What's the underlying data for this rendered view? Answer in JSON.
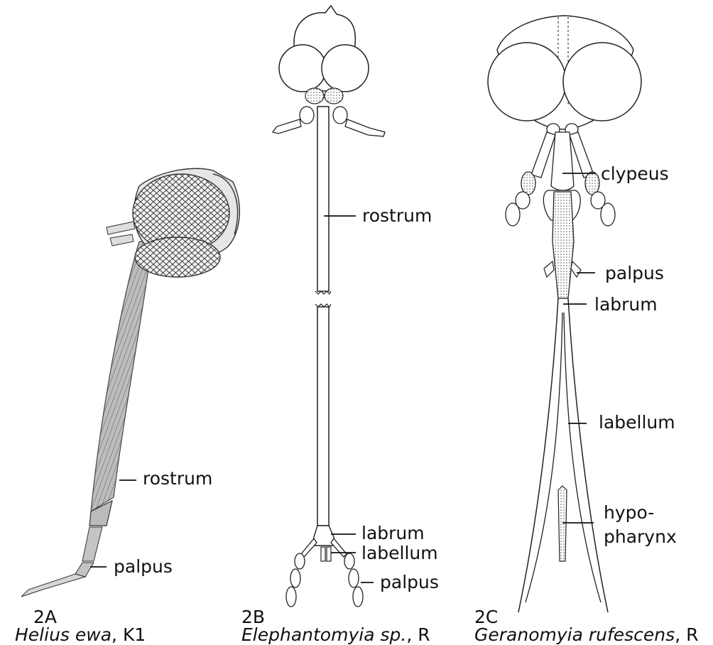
{
  "panels": [
    {
      "id": "2A",
      "species": "Helius ewa",
      "authority_suffix": ", K1",
      "labels": [
        "rostrum",
        "palpus"
      ]
    },
    {
      "id": "2B",
      "species": "Elephantomyia sp.",
      "authority_suffix": ", R",
      "labels": [
        "rostrum",
        "labrum",
        "labellum",
        "palpus"
      ]
    },
    {
      "id": "2C",
      "species": "Geranomyia rufescens",
      "authority_suffix": ", R",
      "labels": [
        "clypeus",
        "palpus",
        "labrum",
        "labellum",
        "hypo-",
        "pharynx"
      ]
    }
  ]
}
